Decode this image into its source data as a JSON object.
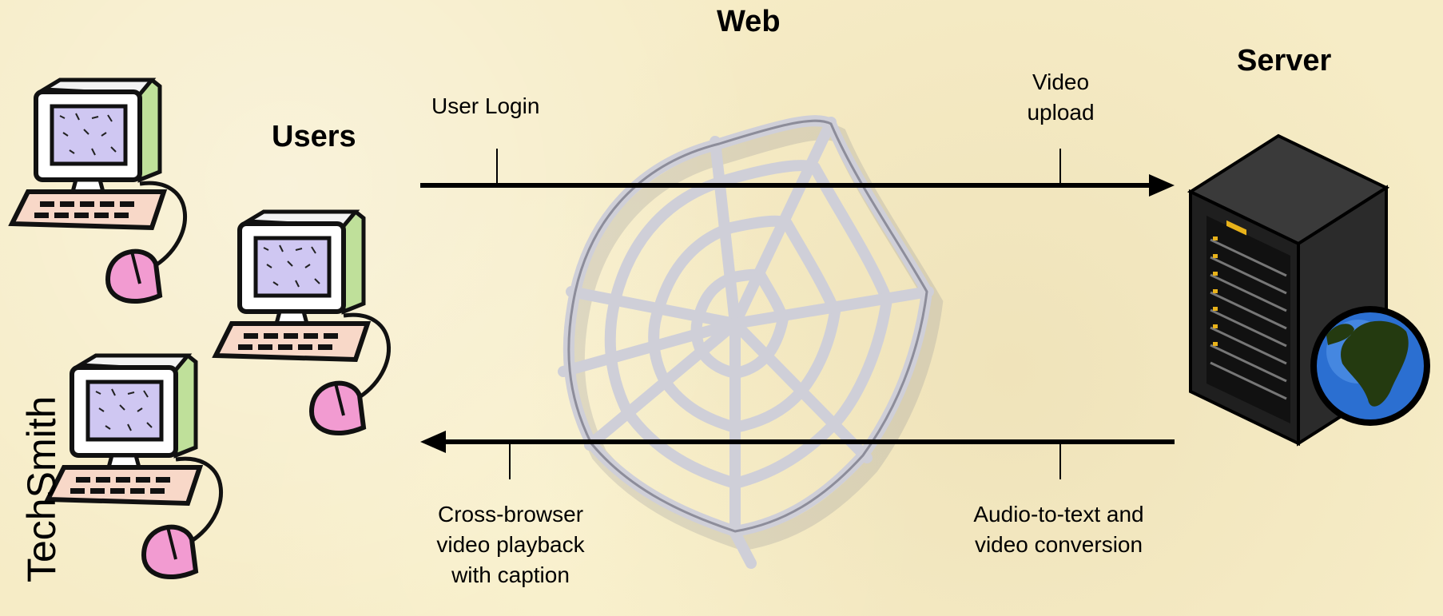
{
  "headers": {
    "web": "Web",
    "server": "Server",
    "users": "Users"
  },
  "arrows": {
    "top_left_label": "User Login",
    "top_right_label": [
      "Video",
      "upload"
    ],
    "bottom_left_label": [
      "Cross-browser",
      "video playback",
      "with caption"
    ],
    "bottom_right_label": [
      "Audio-to-text and",
      "video conversion"
    ]
  },
  "brand": "TechSmith",
  "icons": {
    "user_computers": "computer-icon",
    "web": "spider-web-icon",
    "server": "server-globe-icon"
  },
  "colors": {
    "background": "#f6ecc6",
    "arrow": "#000000"
  }
}
